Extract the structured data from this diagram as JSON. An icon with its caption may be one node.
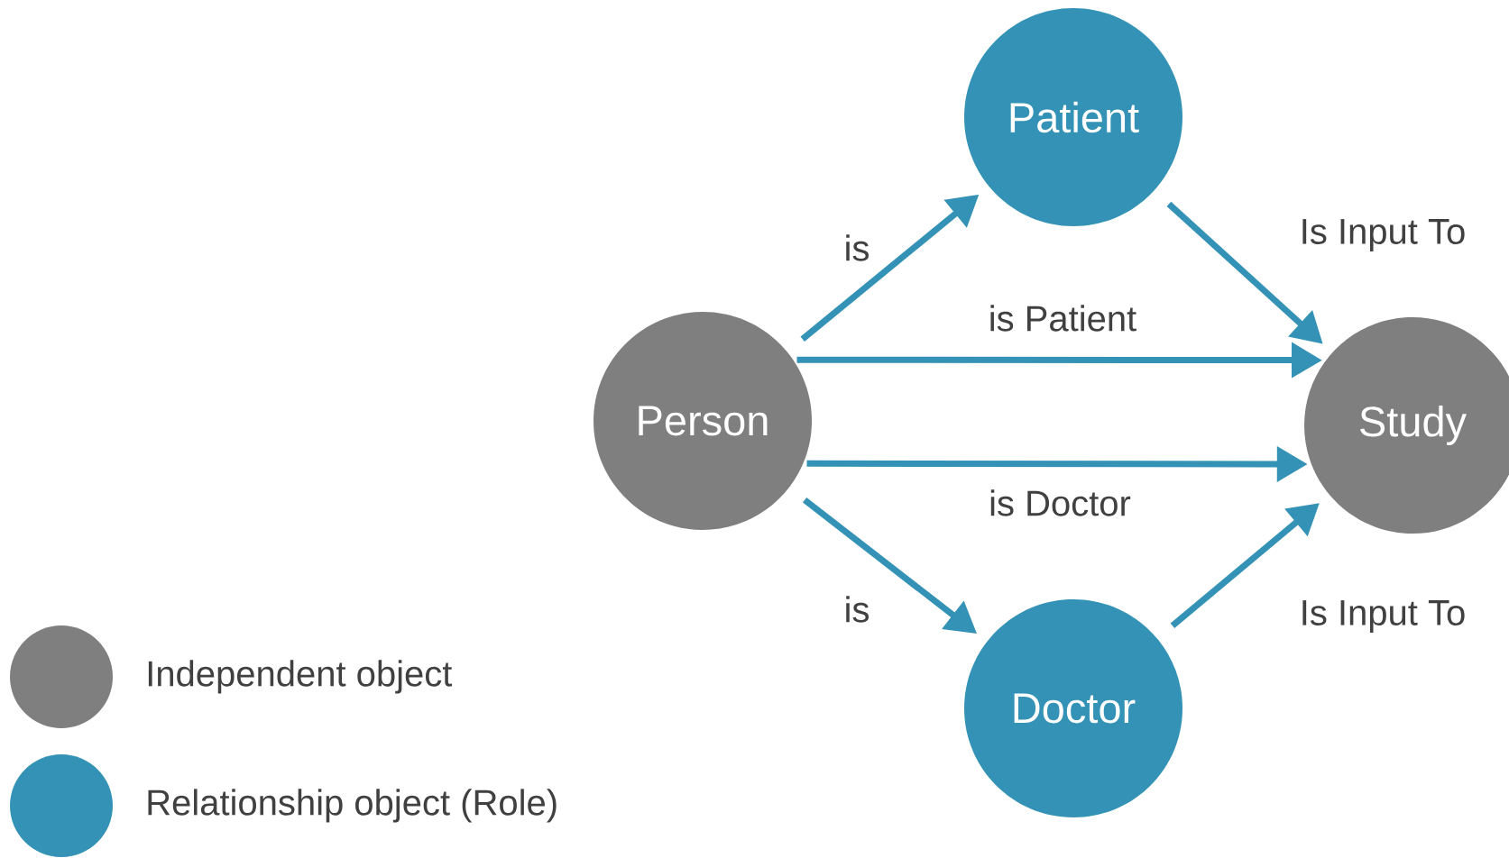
{
  "diagram": {
    "nodes": [
      {
        "text": [
          "Patient"
        ]
      },
      {
        "text": [
          "Person"
        ]
      },
      {
        "text": [
          "Study"
        ]
      },
      {
        "text": [
          "Doctor"
        ]
      }
    ],
    "edges": [
      {
        "from": 1,
        "to": 0,
        "arrow": "to",
        "label": "is"
      },
      {
        "from": 0,
        "to": 2,
        "arrow": "to",
        "label": "Is Input To"
      },
      {
        "from": 1,
        "to": 2,
        "arrow": "to",
        "label": "is Patient"
      },
      {
        "from": 1,
        "to": 2,
        "arrow": "to",
        "label": "is Doctor"
      },
      {
        "from": 1,
        "to": 3,
        "arrow": "to",
        "label": "is"
      },
      {
        "from": 3,
        "to": 2,
        "arrow": "to",
        "label": "Is Input To"
      }
    ],
    "legend": [
      {
        "text": "Independent object",
        "color": "#7f7f7f"
      },
      {
        "text": "Relationship object (Role)",
        "color": "#3392b5"
      }
    ]
  }
}
